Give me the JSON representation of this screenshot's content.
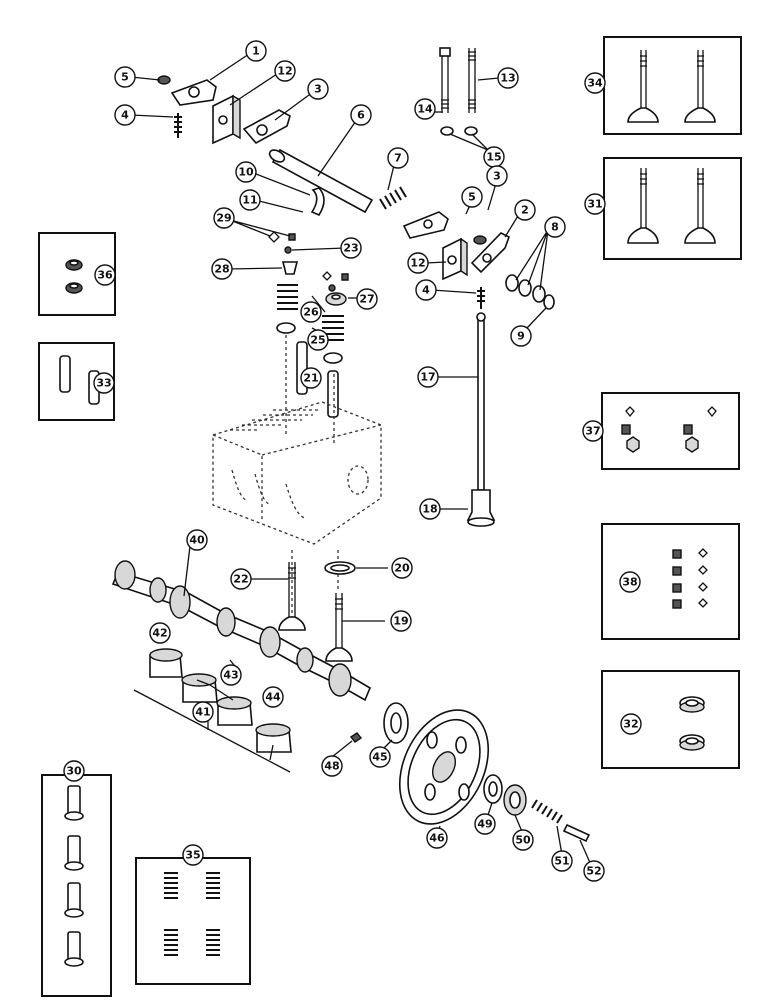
{
  "callouts": {
    "c1": "1",
    "c2": "2",
    "c3a": "3",
    "c3b": "3",
    "c4a": "4",
    "c4b": "4",
    "c5a": "5",
    "c5b": "5",
    "c6": "6",
    "c7": "7",
    "c8": "8",
    "c9": "9",
    "c10": "10",
    "c11": "11",
    "c12a": "12",
    "c12b": "12",
    "c13": "13",
    "c14": "14",
    "c15": "15",
    "c17": "17",
    "c18": "18",
    "c19": "19",
    "c20": "20",
    "c21": "21",
    "c22": "22",
    "c23": "23",
    "c25": "25",
    "c26": "26",
    "c27": "27",
    "c28": "28",
    "c29": "29",
    "c30": "30",
    "c31": "31",
    "c32": "32",
    "c33": "33",
    "c34": "34",
    "c35": "35",
    "c36": "36",
    "c37": "37",
    "c38": "38",
    "c40": "40",
    "c41": "41",
    "c42": "42",
    "c43": "43",
    "c44": "44",
    "c45": "45",
    "c46": "46",
    "c48": "48",
    "c49": "49",
    "c50": "50",
    "c51": "51",
    "c52": "52"
  },
  "colors": {
    "ink": "#111111",
    "paper": "#ffffff"
  }
}
